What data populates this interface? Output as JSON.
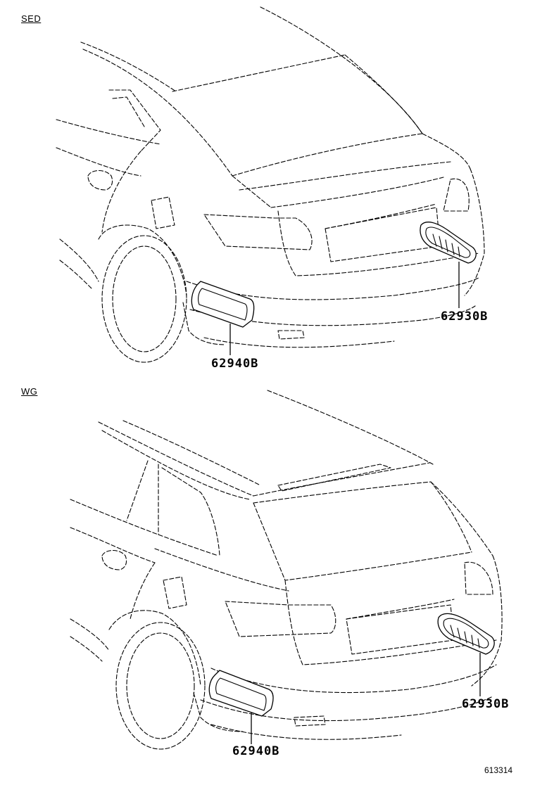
{
  "sections": [
    {
      "label": "SED",
      "parts": [
        {
          "number": "62930B"
        },
        {
          "number": "62940B"
        }
      ]
    },
    {
      "label": "WG",
      "parts": [
        {
          "number": "62930B"
        },
        {
          "number": "62940B"
        }
      ]
    }
  ],
  "reference_code": "613314"
}
